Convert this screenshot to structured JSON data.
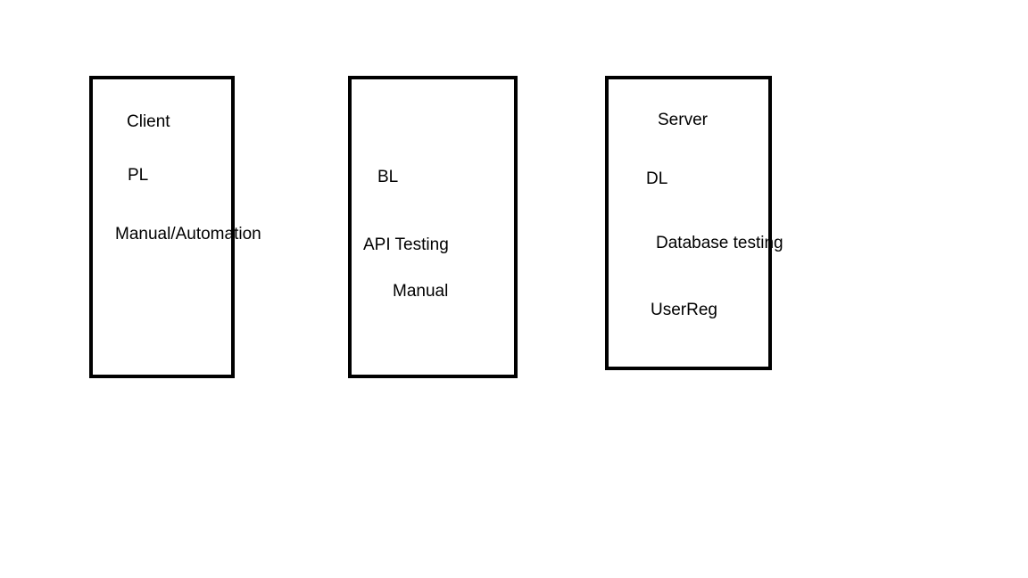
{
  "diagram": {
    "boxes": [
      {
        "id": "left",
        "labels": [
          "Client",
          "PL",
          "Manual/Automation"
        ]
      },
      {
        "id": "middle",
        "labels": [
          "BL",
          "API Testing",
          "Manual"
        ]
      },
      {
        "id": "right",
        "labels": [
          "Server",
          "DL",
          "Database testing",
          "UserReg"
        ]
      }
    ],
    "colors": {
      "background": "#ffffff",
      "stroke": "#000000",
      "text": "#000000"
    }
  }
}
